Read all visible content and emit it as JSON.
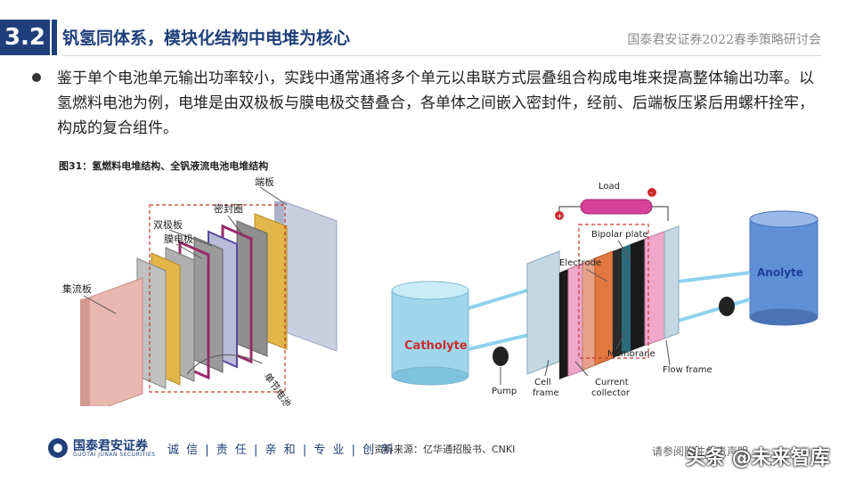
{
  "header": {
    "section_number": "3.2",
    "title": "钒氢同体系，模块化结构中电堆为核心",
    "note": "国泰君安证券2022春季策略研讨会"
  },
  "bullet": {
    "text": "鉴于单个电池单元输出功率较小，实践中通常通将多个单元以串联方式层叠组合构成电堆来提高整体输出功率。以氢燃料电池为例，电堆是由双极板与膜电极交替叠合，各单体之间嵌入密封件，经前、后端板压紧后用螺杆拴牢，构成的复合组件。"
  },
  "figure": {
    "caption": "图31：氢燃料电堆结构、全钒液流电池电堆结构",
    "left_labels": {
      "end_plate": "端板",
      "seal": "密封圈",
      "bipolar": "双极板",
      "mea": "膜电极",
      "collector": "集流板",
      "single_cell": "单节电池"
    },
    "right_labels": {
      "load": "Load",
      "plus": "+",
      "minus": "-",
      "bipolar_plate": "Bipolar plate",
      "electrode": "Electrode",
      "anolyte": "Anolyte",
      "catholyte": "Catholyte",
      "membrane": "Membrane",
      "flow_frame": "Flow frame",
      "pump": "Pump",
      "cell_frame_1": "Cell",
      "cell_frame_2": "frame",
      "current_collector_1": "Current",
      "current_collector_2": "collector"
    }
  },
  "footer": {
    "company": "国泰君安证券",
    "company_en": "GUOTAI JUNAN SECURITIES",
    "slogan": "诚 信 | 责 任 | 亲 和 | 专 业 | 创 新",
    "source": "资料来源：亿华通招股书、CNKI",
    "disclaimer": "请参阅附注免责声明"
  },
  "watermark": "头条 @未来智库",
  "colors": {
    "primary": "#1f3f7a",
    "dashed_box": "#c0392b"
  }
}
